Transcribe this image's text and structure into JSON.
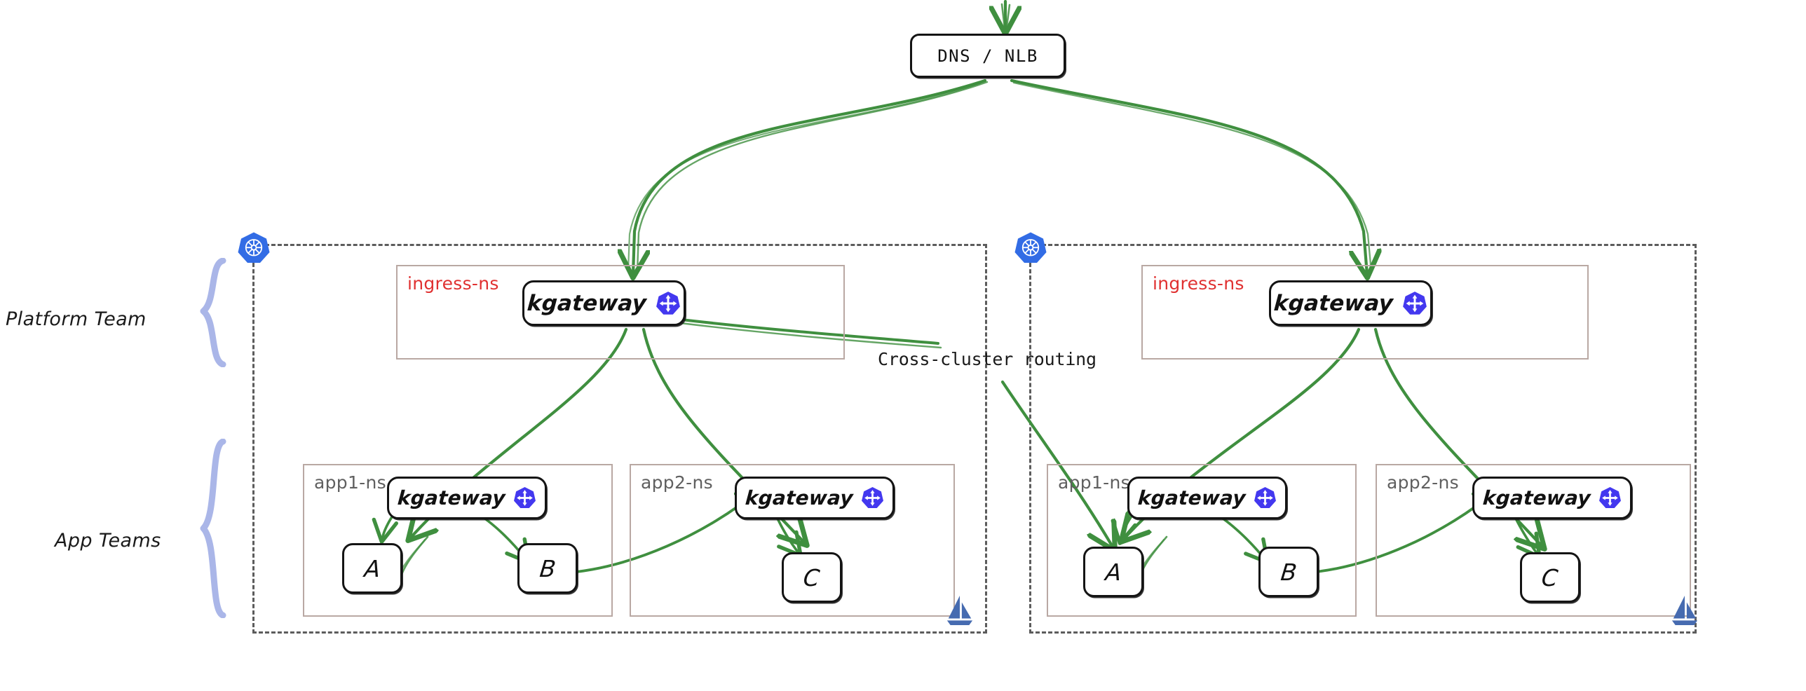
{
  "diagram": {
    "title": "kgateway multi-cluster ingress and cross-cluster routing",
    "colors": {
      "edge_green": "#3f8f3f",
      "namespace_border": "#b9a8a3",
      "ingress_label_red": "#e03131",
      "app_label_gray": "#606060",
      "cluster_dash": "#5c5c5c",
      "k8s_blue": "#326ce5",
      "kgateway_purple": "#4338ef",
      "istio_blue": "#466bb0",
      "brace_blue": "#aab6e8",
      "node_stroke": "#141414"
    }
  },
  "entry": {
    "node_label": "DNS / NLB",
    "icon": "arrow-down-icon"
  },
  "annotations": {
    "platform_team": "Platform Team",
    "app_teams": "App Teams",
    "cross_cluster": "Cross-cluster routing"
  },
  "clusters": [
    {
      "id": "cluster-left",
      "icon": "kubernetes-icon",
      "mesh_icon": "istio-icon",
      "namespaces": [
        {
          "id": "left-ingress-ns",
          "name": "ingress-ns",
          "kind": "ingress",
          "gateway": {
            "label": "kgateway",
            "icon": "kgateway-icon"
          },
          "services": []
        },
        {
          "id": "left-app1-ns",
          "name": "app1-ns",
          "kind": "app",
          "gateway": {
            "label": "kgateway",
            "icon": "kgateway-icon"
          },
          "services": [
            {
              "id": "left-app1-a",
              "label": "A"
            },
            {
              "id": "left-app1-b",
              "label": "B"
            }
          ]
        },
        {
          "id": "left-app2-ns",
          "name": "app2-ns",
          "kind": "app",
          "gateway": {
            "label": "kgateway",
            "icon": "kgateway-icon"
          },
          "services": [
            {
              "id": "left-app2-c",
              "label": "C"
            }
          ]
        }
      ]
    },
    {
      "id": "cluster-right",
      "icon": "kubernetes-icon",
      "mesh_icon": "istio-icon",
      "namespaces": [
        {
          "id": "right-ingress-ns",
          "name": "ingress-ns",
          "kind": "ingress",
          "gateway": {
            "label": "kgateway",
            "icon": "kgateway-icon"
          },
          "services": []
        },
        {
          "id": "right-app1-ns",
          "name": "app1-ns",
          "kind": "app",
          "gateway": {
            "label": "kgateway",
            "icon": "kgateway-icon"
          },
          "services": [
            {
              "id": "right-app1-a",
              "label": "A"
            },
            {
              "id": "right-app1-b",
              "label": "B"
            }
          ]
        },
        {
          "id": "right-app2-ns",
          "name": "app2-ns",
          "kind": "app",
          "gateway": {
            "label": "kgateway",
            "icon": "kgateway-icon"
          },
          "services": [
            {
              "id": "right-app2-c",
              "label": "C"
            }
          ]
        }
      ]
    }
  ],
  "flows": [
    {
      "from": "internet",
      "to": "DNS / NLB"
    },
    {
      "from": "DNS / NLB",
      "to": "cluster-left ingress-ns kgateway"
    },
    {
      "from": "DNS / NLB",
      "to": "cluster-right ingress-ns kgateway"
    },
    {
      "from": "cluster-left ingress-ns kgateway",
      "to": "cluster-left app1-ns A"
    },
    {
      "from": "cluster-left ingress-ns kgateway",
      "to": "cluster-left app2-ns C"
    },
    {
      "from": "cluster-left app1-ns kgateway",
      "to": "cluster-left app1-ns A"
    },
    {
      "from": "cluster-left app1-ns kgateway",
      "to": "cluster-left app1-ns B"
    },
    {
      "from": "cluster-left app2-ns kgateway",
      "to": "cluster-left app2-ns C"
    },
    {
      "from": "cluster-left app1-ns B",
      "to": "cluster-left app2-ns kgateway"
    },
    {
      "from": "cluster-left ingress-ns kgateway",
      "to": "cluster-right app1-ns A",
      "label": "Cross-cluster routing"
    },
    {
      "from": "cluster-right ingress-ns kgateway",
      "to": "cluster-right app1-ns A"
    },
    {
      "from": "cluster-right ingress-ns kgateway",
      "to": "cluster-right app2-ns C"
    },
    {
      "from": "cluster-right app1-ns kgateway",
      "to": "cluster-right app1-ns A"
    },
    {
      "from": "cluster-right app1-ns kgateway",
      "to": "cluster-right app1-ns B"
    },
    {
      "from": "cluster-right app2-ns kgateway",
      "to": "cluster-right app2-ns C"
    },
    {
      "from": "cluster-right app1-ns B",
      "to": "cluster-right app2-ns kgateway"
    }
  ]
}
